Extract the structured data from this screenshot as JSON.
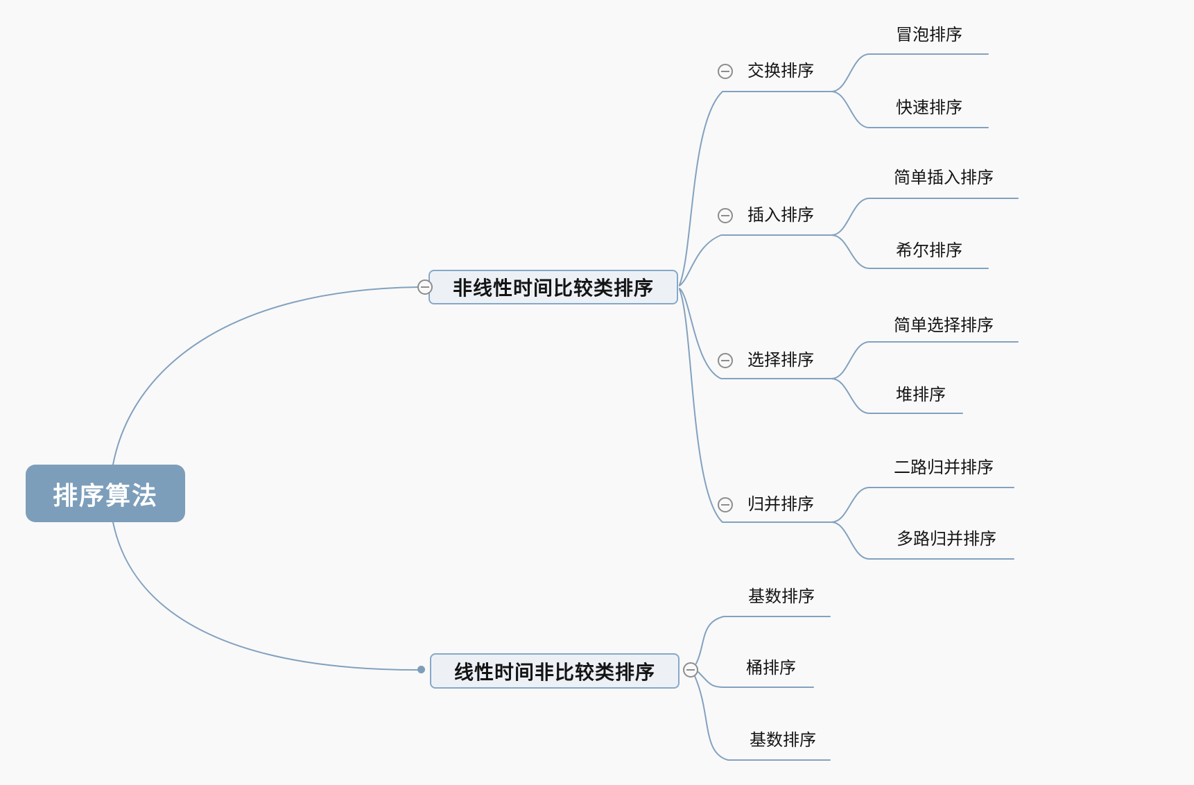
{
  "colors": {
    "background": "#f9f9f9",
    "wire": "#82a1bf",
    "root_fill": "#7d9eba",
    "root_text": "#ffffff",
    "branch_fill": "#edf1f6",
    "branch_border": "#85a8c8",
    "collapse_gray": "#8c8c8c",
    "text": "#141414"
  },
  "root": {
    "label": "排序算法"
  },
  "branches": [
    {
      "label": "非线性时间比较类排序",
      "topics": [
        {
          "label": "交换排序",
          "subtopics": [
            {
              "label": "冒泡排序"
            },
            {
              "label": "快速排序"
            }
          ]
        },
        {
          "label": "插入排序",
          "subtopics": [
            {
              "label": "简单插入排序"
            },
            {
              "label": "希尔排序"
            }
          ]
        },
        {
          "label": "选择排序",
          "subtopics": [
            {
              "label": "简单选择排序"
            },
            {
              "label": "堆排序"
            }
          ]
        },
        {
          "label": "归并排序",
          "subtopics": [
            {
              "label": "二路归并排序"
            },
            {
              "label": "多路归并排序"
            }
          ]
        }
      ]
    },
    {
      "label": "线性时间非比较类排序",
      "topics": [
        {
          "label": "基数排序"
        },
        {
          "label": "桶排序"
        },
        {
          "label": "基数排序"
        }
      ]
    }
  ]
}
